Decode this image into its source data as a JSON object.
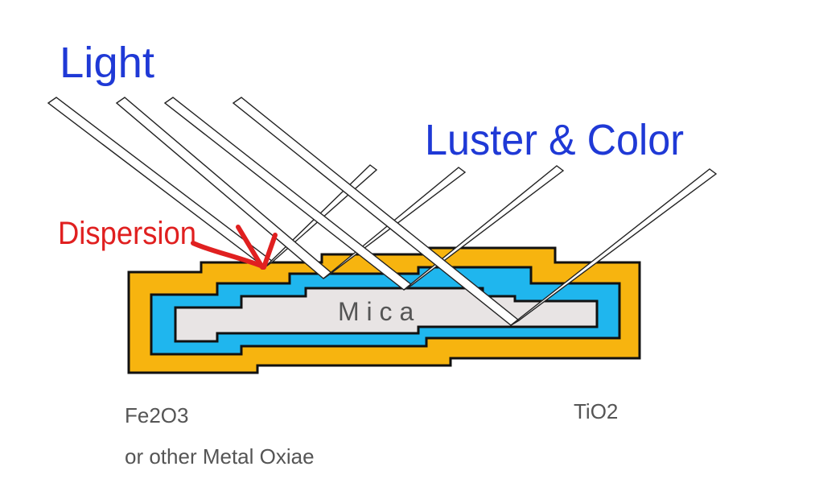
{
  "title_light": "Light",
  "title_luster": "Luster & Color",
  "label_dispersion": "Dispersion",
  "label_core": "M i c a",
  "label_fe2o3": "Fe2O3",
  "label_fe2o3_sub": "or other Metal Oxiae",
  "label_tio2": "TiO2",
  "colors": {
    "outer_layer": "#f7b40f",
    "inner_layer": "#1fb6ee",
    "core": "#e8e4e4",
    "title_text": "#1f39d6",
    "dispersion_text": "#e02020",
    "label_text": "#555555"
  }
}
